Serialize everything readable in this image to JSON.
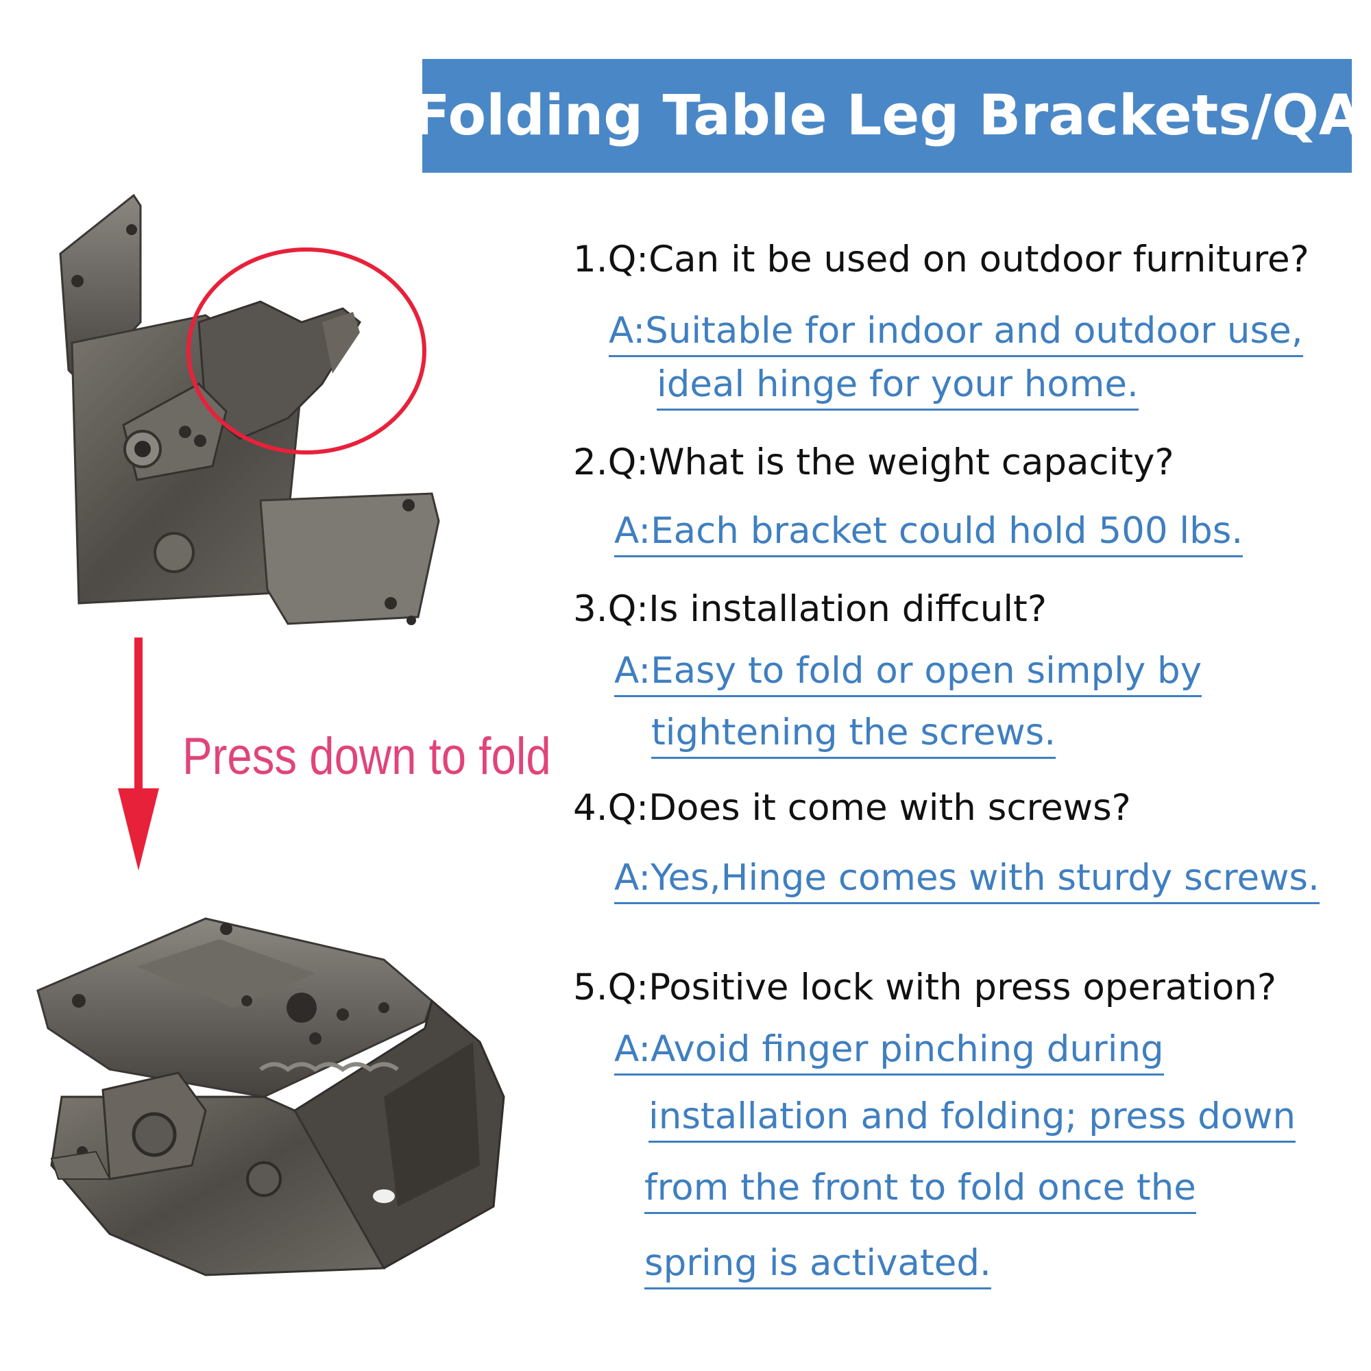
{
  "title": "Folding Table Leg Brackets/QA",
  "press_label": "Press down to fold",
  "colors": {
    "banner": "#4a87c6",
    "answer": "#3f7fc0",
    "question": "#111111",
    "press_label": "#e0447a",
    "arrow": "#e8213a",
    "circle": "#e8213a",
    "metal": "#5a5652"
  },
  "qa": [
    {
      "question": "1.Q:Can it be used on outdoor furniture?",
      "answer_lines": [
        "A:Suitable for indoor and outdoor use,",
        "ideal hinge for your home."
      ]
    },
    {
      "question": "2.Q:What is the weight capacity?",
      "answer_lines": [
        "A:Each bracket could hold 500 lbs."
      ]
    },
    {
      "question": "3.Q:Is installation diffcult?",
      "answer_lines": [
        "A:Easy to fold or open simply by",
        "tightening the screws."
      ]
    },
    {
      "question": "4.Q:Does it come with screws?",
      "answer_lines": [
        "A:Yes,Hinge comes with sturdy screws."
      ]
    },
    {
      "question": "5.Q:Positive lock with press operation?",
      "answer_lines": [
        "A:Avoid finger pinching during",
        "installation and folding; press down",
        "from the front to fold once the",
        "spring is activated."
      ]
    }
  ]
}
